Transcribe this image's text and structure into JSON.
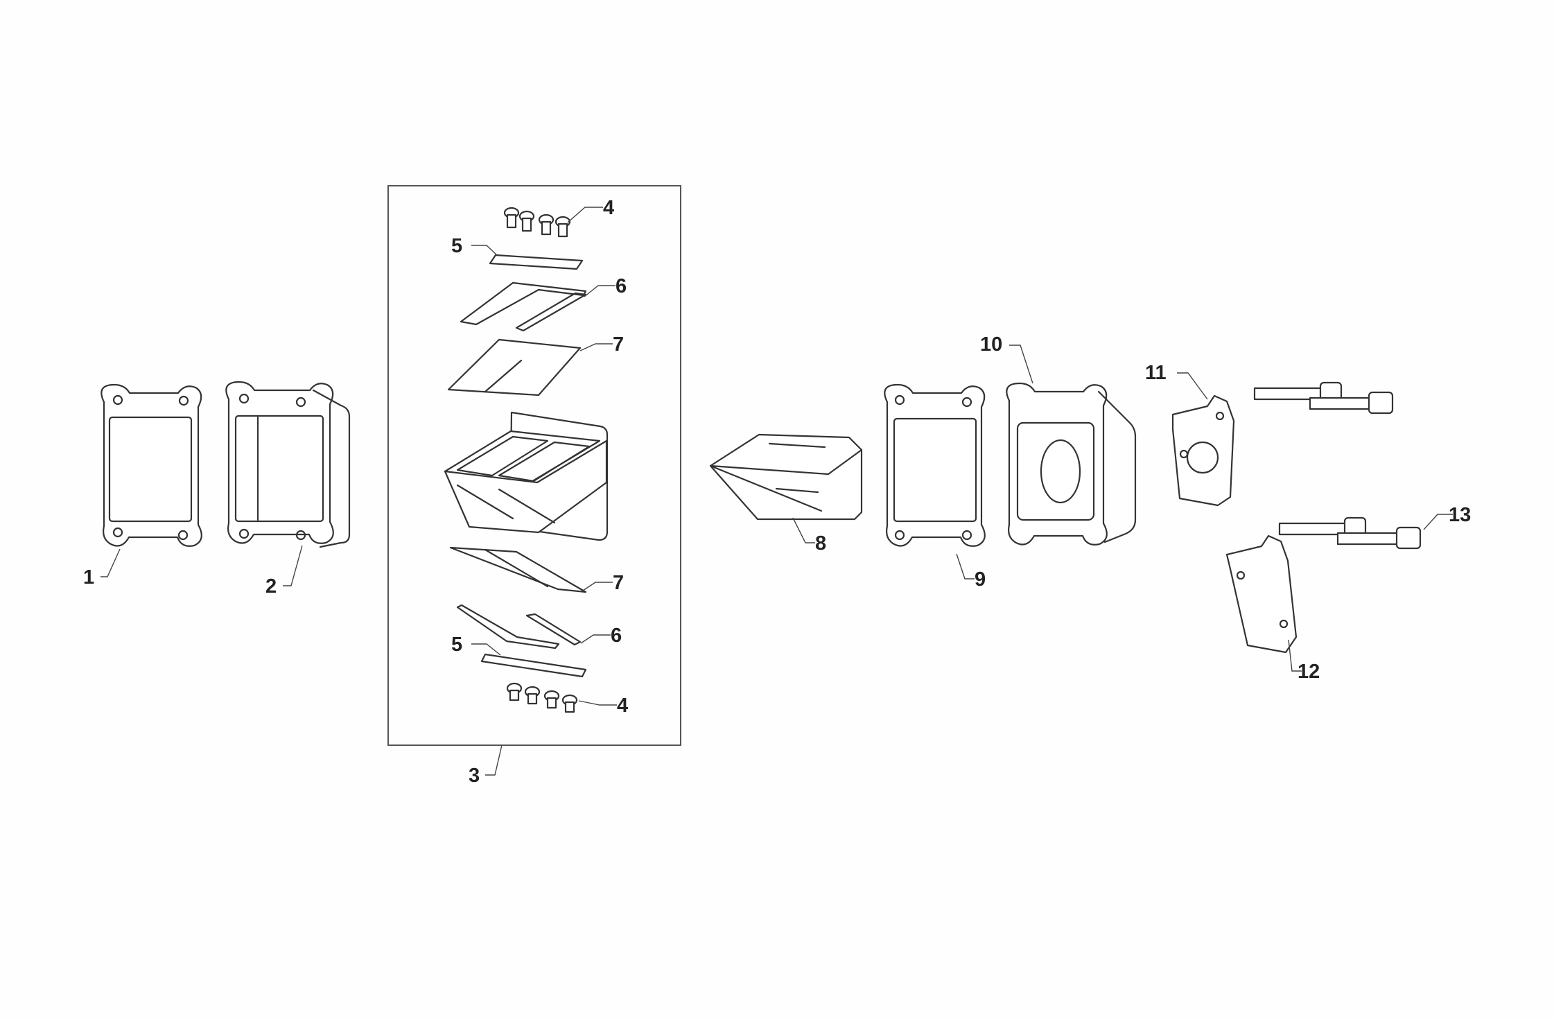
{
  "diagram": {
    "callouts": {
      "c1": "1",
      "c2": "2",
      "c3": "3",
      "c4a": "4",
      "c4b": "4",
      "c5a": "5",
      "c5b": "5",
      "c6a": "6",
      "c6b": "6",
      "c7a": "7",
      "c7b": "7",
      "c8": "8",
      "c9": "9",
      "c10": "10",
      "c11": "11",
      "c12": "12",
      "c13": "13"
    },
    "colors": {
      "line": "#333333",
      "background": "#fefefe"
    }
  }
}
